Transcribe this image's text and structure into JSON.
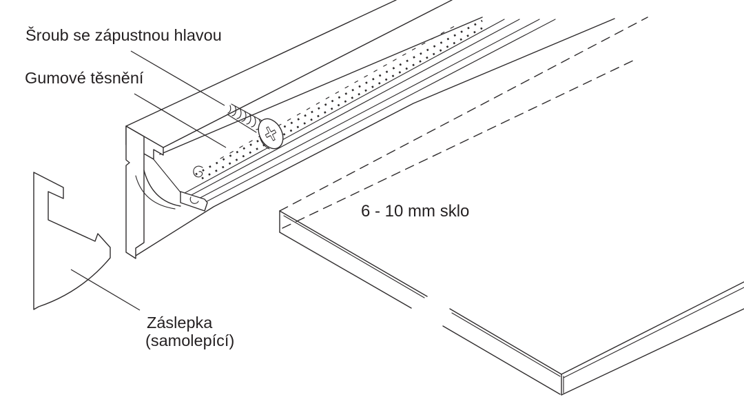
{
  "diagram": {
    "type": "technical-illustration",
    "subject": "aluminum-glass-shelf-profile-exploded-view",
    "background_color": "#ffffff",
    "line_color": "#2e2b2c",
    "text_color": "#231f20",
    "labels": {
      "screw": "Šroub se zápustnou hlavou",
      "seal": "Gumové těsnění",
      "glass": "6 - 10 mm sklo",
      "endcap_line1": "Záslepka",
      "endcap_line2": "(samolepící)"
    }
  }
}
